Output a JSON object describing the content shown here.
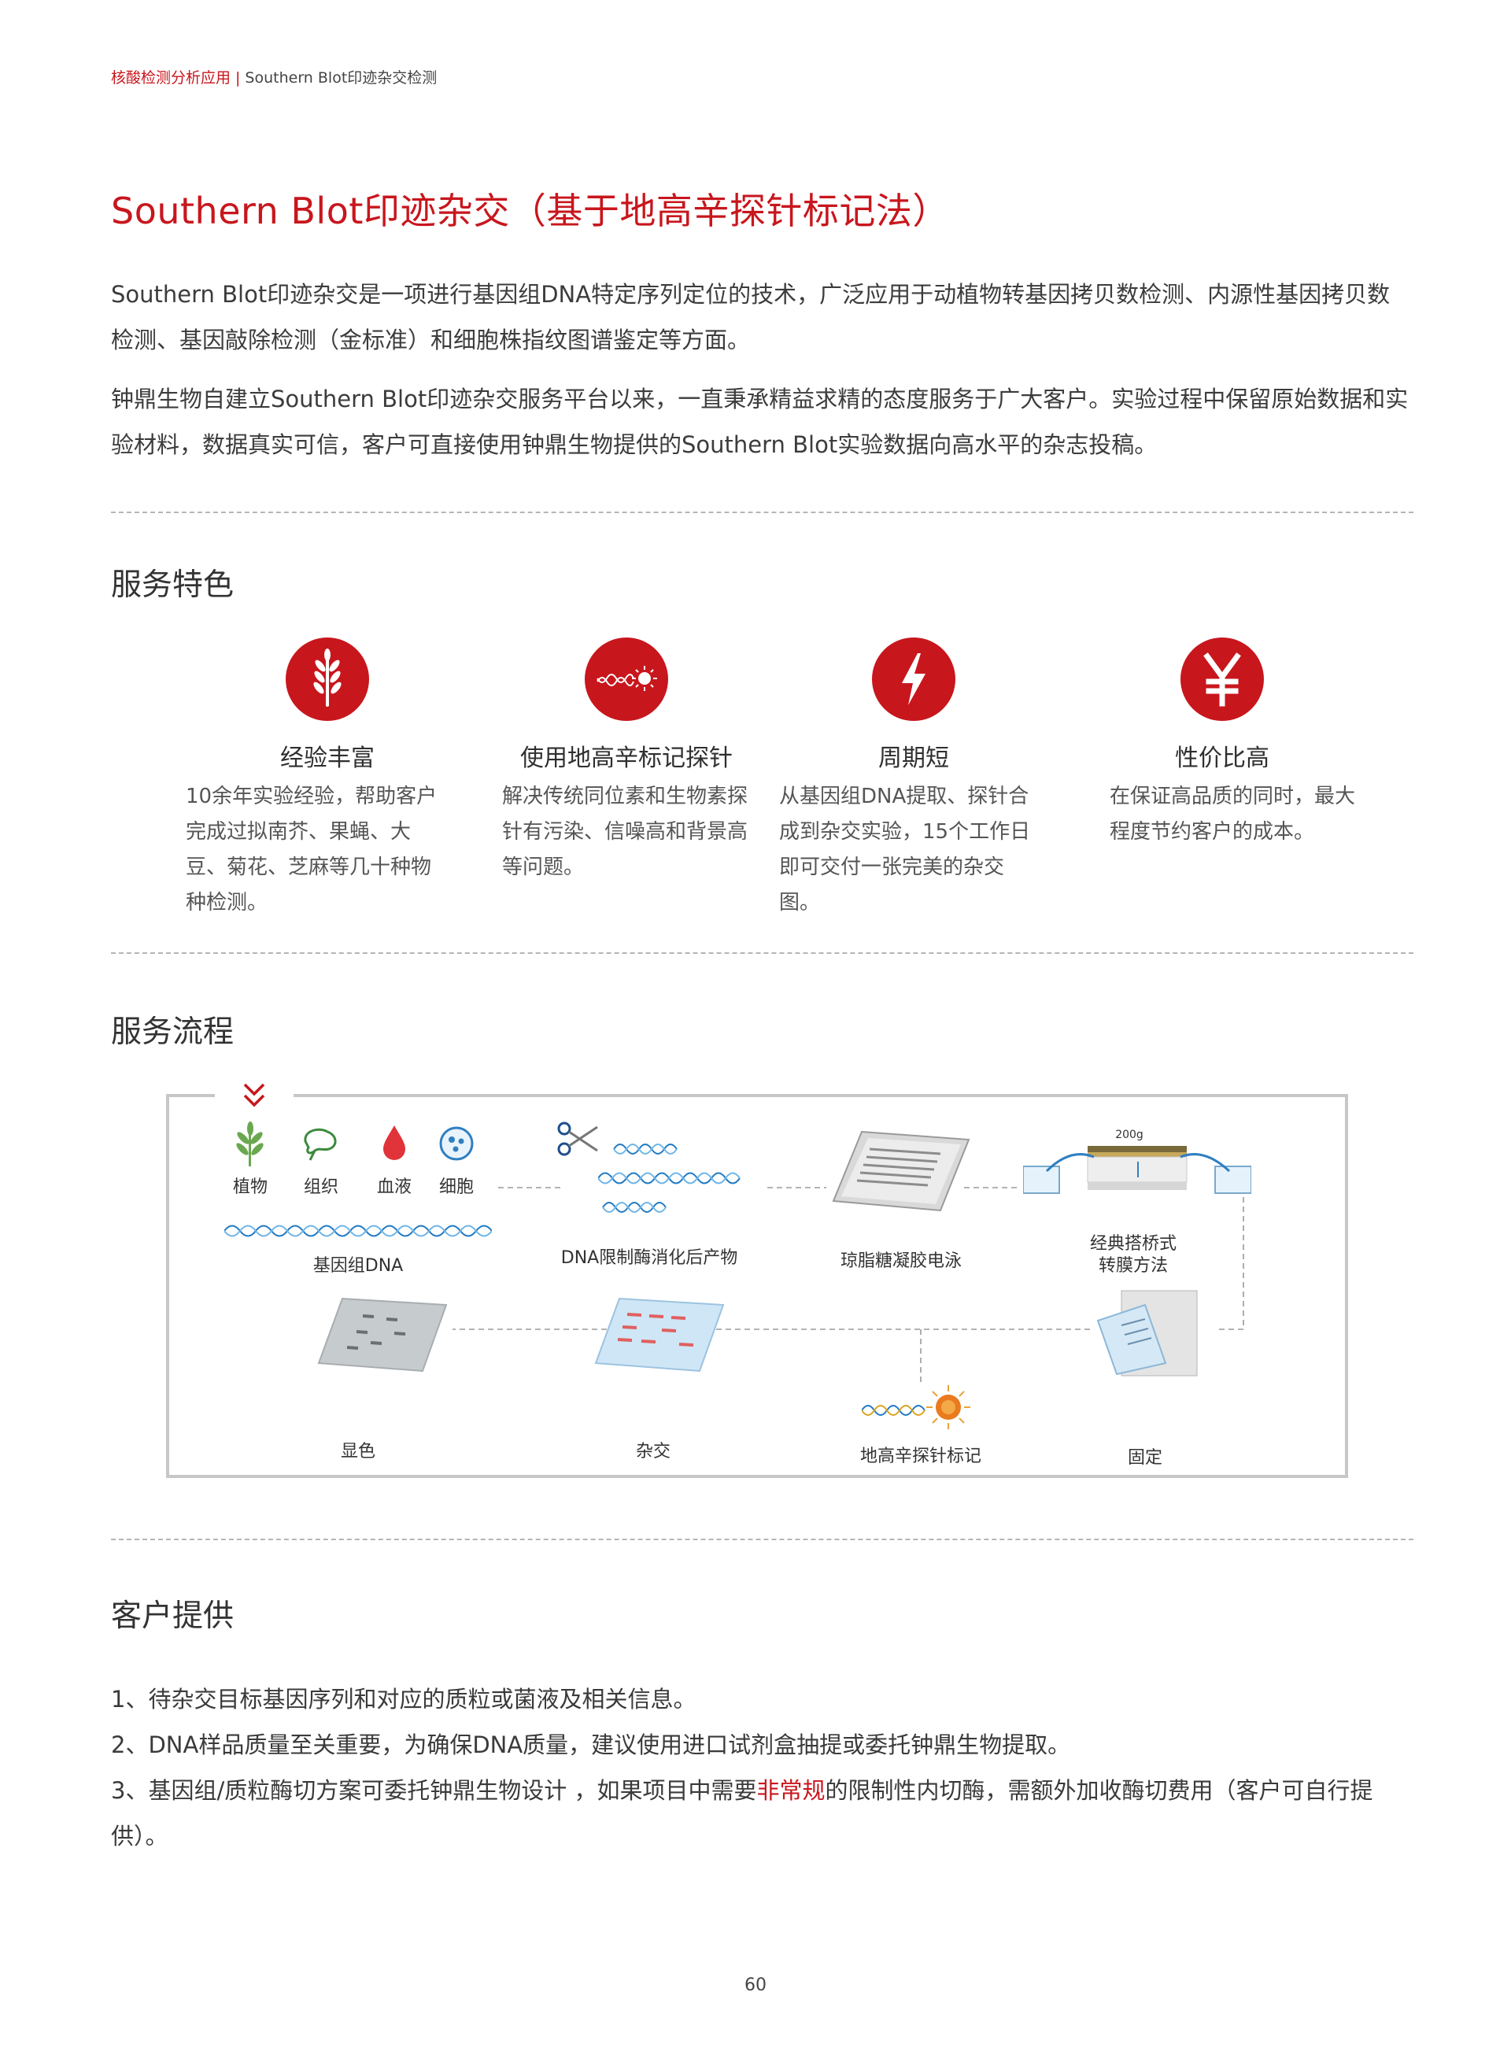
{
  "header": {
    "section": "核酸检测分析应用",
    "separator": "|",
    "page_topic": "Southern Blot印迹杂交检测"
  },
  "title": "Southern Blot印迹杂交（基于地高辛探针标记法）",
  "intro": {
    "p1": "Southern Blot印迹杂交是一项进行基因组DNA特定序列定位的技术，广泛应用于动植物转基因拷贝数检测、内源性基因拷贝数检测、基因敲除检测（金标准）和细胞株指纹图谱鉴定等方面。",
    "p2": "钟鼎生物自建立Southern Blot印迹杂交服务平台以来，一直秉承精益求精的态度服务于广大客户。实验过程中保留原始数据和实验材料，数据真实可信，客户可直接使用钟鼎生物提供的Southern Blot实验数据向高水平的杂志投稿。"
  },
  "features": {
    "heading": "服务特色",
    "items": [
      {
        "icon": "wheat-icon",
        "title": "经验丰富",
        "desc": "10余年实验经验，帮助客户完成过拟南芥、果蝇、大豆、菊花、芝麻等几十种物种检测。"
      },
      {
        "icon": "probe-icon",
        "title": "使用地高辛标记探针",
        "desc": "解决传统同位素和生物素探针有污染、信噪高和背景高等问题。"
      },
      {
        "icon": "lightning-icon",
        "title": "周期短",
        "desc": "从基因组DNA提取、探针合成到杂交实验，15个工作日即可交付一张完美的杂交图。"
      },
      {
        "icon": "yen-icon",
        "title": "性价比高",
        "desc": "在保证高品质的同时，最大程度节约客户的成本。"
      }
    ]
  },
  "process": {
    "heading": "服务流程",
    "samples": [
      "植物",
      "组织",
      "血液",
      "细胞"
    ],
    "steps": {
      "genomic_dna": "基因组DNA",
      "digest": "DNA限制酶消化后产物",
      "electrophoresis": "琼脂糖凝胶电泳",
      "transfer_line1": "经典搭桥式",
      "transfer_line2": "转膜方法",
      "weight": "200g",
      "fix": "固定",
      "probe": "地高辛探针标记",
      "hybridize": "杂交",
      "develop": "显色"
    }
  },
  "customer": {
    "heading": "客户提供",
    "item1": "1、待杂交目标基因序列和对应的质粒或菌液及相关信息。",
    "item2": "2、DNA样品质量至关重要，为确保DNA质量，建议使用进口试剂盒抽提或委托钟鼎生物提取。",
    "item3_pre": "3、基因组/质粒酶切方案可委托钟鼎生物设计 ，如果项目中需要",
    "item3_hl": "非常规",
    "item3_post": "的限制性内切酶，需额外加收酶切费用（客户可自行提供）。"
  },
  "page_number": "60",
  "colors": {
    "accent": "#c8161d",
    "text": "#3a3a3a",
    "divider": "#b5b5b5"
  }
}
